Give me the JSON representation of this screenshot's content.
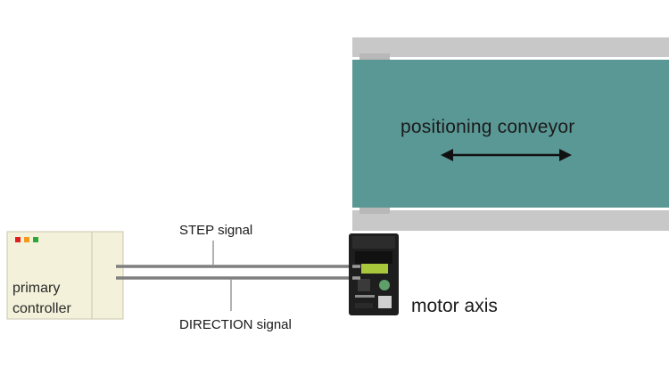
{
  "conveyor": {
    "label": "positioning conveyor",
    "rail_color": "#c8c8c8",
    "belt_color": "#5a9895"
  },
  "signals": {
    "step_label": "STEP signal",
    "direction_label": "DIRECTION signal",
    "wire_color": "#7f7f7f"
  },
  "controller": {
    "label_line1": "primary",
    "label_line2": "controller",
    "panel_color": "#f3f1d9",
    "led_colors": [
      "#e02020",
      "#f29a1c",
      "#2aa83a"
    ]
  },
  "motor": {
    "label": "motor axis",
    "body_color": "#1e1e1e",
    "screen_color": "#a8c73a"
  }
}
